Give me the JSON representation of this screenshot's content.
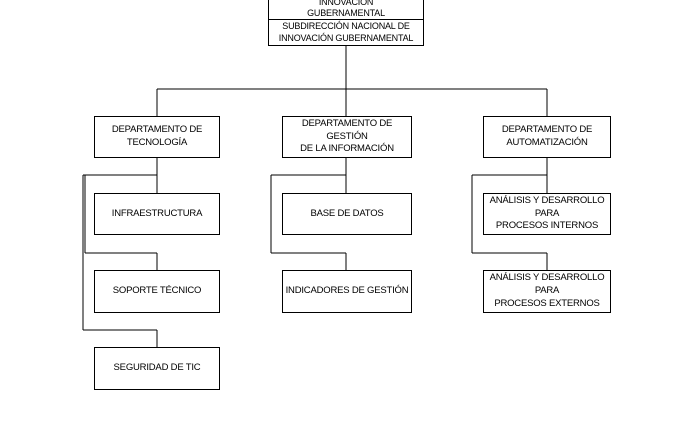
{
  "diagram": {
    "nodes": {
      "direccion": "DIRECCIÓN NACIONAL DE INNOVACIÓN\nGUBERNAMENTAL",
      "subdireccion": "SUBDIRECCIÓN NACIONAL DE\nINNOVACIÓN GUBERNAMENTAL",
      "tecnologia": "DEPARTAMENTO DE\nTECNOLOGÍA",
      "gestion_informacion": "DEPARTAMENTO DE GESTIÓN\nDE LA INFORMACIÓN",
      "automatizacion": "DEPARTAMENTO DE\nAUTOMATIZACIÓN",
      "infraestructura": "INFRAESTRUCTURA",
      "soporte": "SOPORTE TÉCNICO",
      "seguridad": "SEGURIDAD DE TIC",
      "base_datos": "BASE DE DATOS",
      "indicadores": "INDICADORES DE GESTIÓN",
      "procesos_internos": "ANÁLISIS Y DESARROLLO PARA\nPROCESOS INTERNOS",
      "procesos_externos": "ANÁLISIS Y DESARROLLO PARA\nPROCESOS EXTERNOS"
    },
    "edges": [
      [
        "subdireccion",
        "tecnologia"
      ],
      [
        "subdireccion",
        "gestion_informacion"
      ],
      [
        "subdireccion",
        "automatizacion"
      ],
      [
        "tecnologia",
        "infraestructura"
      ],
      [
        "tecnologia",
        "soporte"
      ],
      [
        "tecnologia",
        "seguridad"
      ],
      [
        "gestion_informacion",
        "base_datos"
      ],
      [
        "gestion_informacion",
        "indicadores"
      ],
      [
        "automatizacion",
        "procesos_internos"
      ],
      [
        "automatizacion",
        "procesos_externos"
      ]
    ]
  }
}
